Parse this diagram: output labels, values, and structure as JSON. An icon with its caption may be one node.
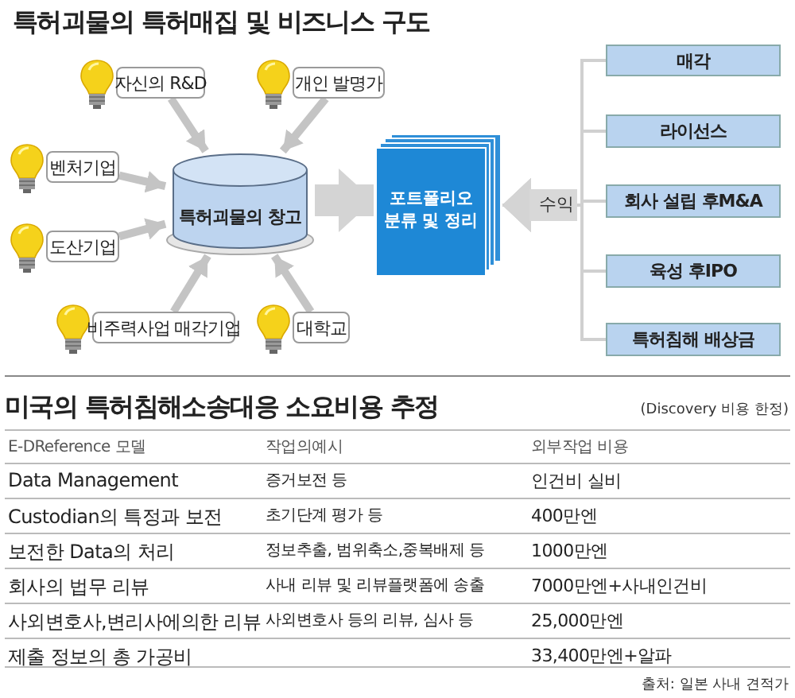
{
  "diagram": {
    "title": "특허괴물의 특허매집 및 비즈니스 구도",
    "nodes": [
      {
        "text": [
          "자신의 R&D"
        ]
      },
      {
        "text": [
          "개인 발명가"
        ]
      },
      {
        "text": [
          "벤처기업"
        ]
      },
      {
        "text": [
          "도산기업"
        ]
      },
      {
        "text": [
          "비주력사업 매각기업"
        ]
      },
      {
        "text": [
          "대학교"
        ]
      },
      {
        "text": [
          "특허괴물의 창고"
        ]
      },
      {
        "text": [
          "포트폴리오 분류 및 정리"
        ]
      },
      {
        "text": [
          "매각"
        ]
      },
      {
        "text": [
          "라이선스"
        ]
      },
      {
        "text": [
          "회사 설립 후M&A"
        ]
      },
      {
        "text": [
          "육성 후IPO"
        ]
      },
      {
        "text": [
          "특허침해 배상금"
        ]
      }
    ],
    "edges": [
      {
        "from": 0,
        "to": 6,
        "arrow": "to"
      },
      {
        "from": 1,
        "to": 6,
        "arrow": "to"
      },
      {
        "from": 2,
        "to": 6,
        "arrow": "to"
      },
      {
        "from": 3,
        "to": 6,
        "arrow": "to"
      },
      {
        "from": 4,
        "to": 6,
        "arrow": "to"
      },
      {
        "from": 5,
        "to": 6,
        "arrow": "to"
      },
      {
        "from": 6,
        "to": 7,
        "arrow": "to",
        "style": "thick"
      },
      {
        "from": 8,
        "to": 7,
        "arrow": "to",
        "label": "수익"
      },
      {
        "from": 9,
        "to": 7,
        "arrow": "to"
      },
      {
        "from": 10,
        "to": 7,
        "arrow": "to"
      },
      {
        "from": 11,
        "to": 7,
        "arrow": "to"
      },
      {
        "from": 12,
        "to": 7,
        "arrow": "to"
      }
    ],
    "labels": [
      "미국의 특허침해소송대응 소요비용 추정",
      "(Discovery 비용 한정)",
      "E-DReference 모델",
      "작업의예시",
      "외부작업 비용",
      "Data Management",
      "증거보전 등",
      "인건비 실비",
      "Custodian의 특정과 보전",
      "초기단계 평가 등",
      "400만엔",
      "보전한 Data의 처리",
      "정보추출, 범위축소,중복배제 등",
      "1000만엔",
      "회사의 법무 리뷰",
      "사내 리뷰 및 리뷰플랫폼에 송출",
      "7000만엔+사내인건비",
      "사외변호사,변리사에의한 리뷰",
      "사외변호사 등의 리뷰, 심사 등",
      "25,000만엔",
      "제출 정보의 총 가공비",
      "33,400만엔+알파",
      "출처: 일본 사내 견적가"
    ]
  }
}
